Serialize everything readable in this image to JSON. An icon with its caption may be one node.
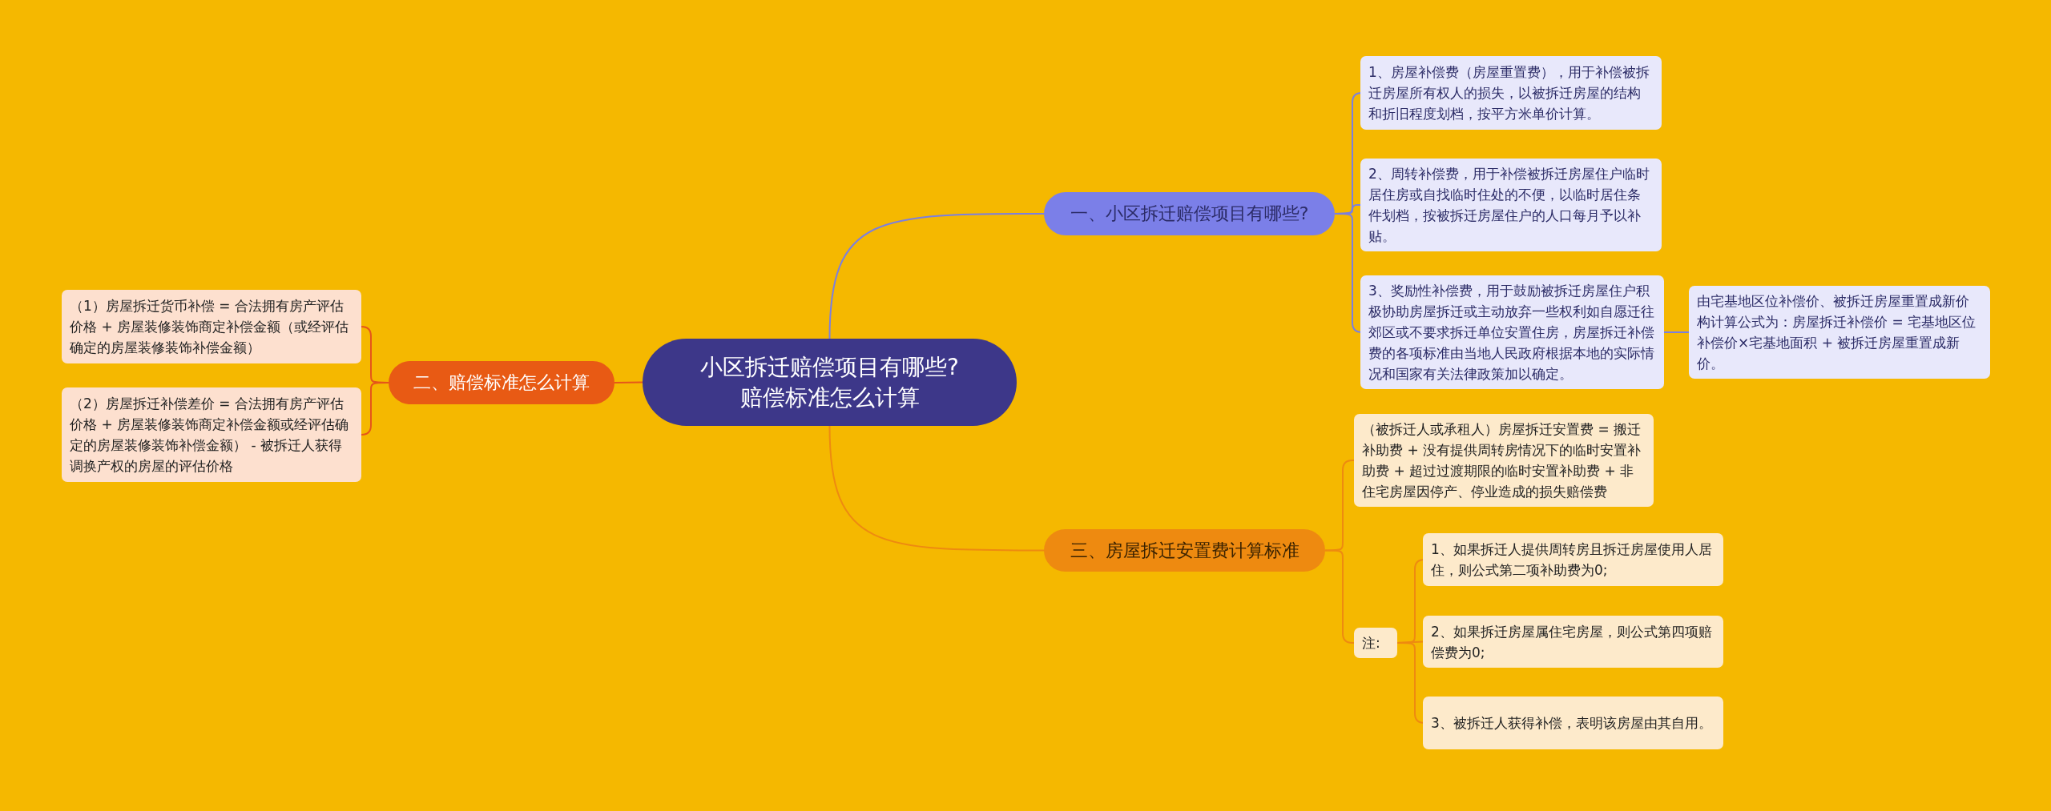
{
  "diagram": {
    "nodes": [
      {
        "text": [
          "小区拆迁赔偿项目有哪些?赔偿标准怎么计算"
        ]
      },
      {
        "text": [
          "一、小区拆迁赔偿项目有哪些?"
        ]
      },
      {
        "text": [
          "1、房屋补偿费（房屋重置费），用于补偿被拆迁房屋所有权人的损失，以被拆迁房屋的结构和折旧程度划档，按平方米单价计算。"
        ]
      },
      {
        "text": [
          "2、周转补偿费，用于补偿被拆迁房屋住户临时居住房或自找临时住处的不便，以临时居住条件划档，按被拆迁房屋住户的人口每月予以补贴。"
        ]
      },
      {
        "text": [
          "3、奖励性补偿费，用于鼓励被拆迁房屋住户积极协助房屋拆迁或主动放弃一些权利如自愿迁往郊区或不要求拆迁单位安置住房，房屋拆迁补偿费的各项标准由当地人民政府根据本地的实际情况和国家有关法律政策加以确定。"
        ]
      },
      {
        "text": [
          "由宅基地区位补偿价、被拆迁房屋重置成新价构计算公式为：房屋拆迁补偿价 = 宅基地区位补偿价×宅基地面积 + 被拆迁房屋重置成新价。"
        ]
      },
      {
        "text": [
          "二、赔偿标准怎么计算"
        ]
      },
      {
        "text": [
          "（1）房屋拆迁货币补偿 = 合法拥有房产评估价格 + 房屋装修装饰商定补偿金额（或经评估确定的房屋装修装饰补偿金额）"
        ]
      },
      {
        "text": [
          "（2）房屋拆迁补偿差价 = 合法拥有房产评估价格 + 房屋装修装饰商定补偿金额或经评估确定的房屋装修装饰补偿金额） - 被拆迁人获得调换产权的房屋的评估价格"
        ]
      },
      {
        "text": [
          "三、房屋拆迁安置费计算标准"
        ]
      },
      {
        "text": [
          "（被拆迁人或承租人）房屋拆迁安置费 = 搬迁补助费 + 没有提供周转房情况下的临时安置补助费 + 超过过渡期限的临时安置补助费 + 非住宅房屋因停产、停业造成的损失赔偿费"
        ]
      },
      {
        "text": [
          "注:"
        ]
      },
      {
        "text": [
          "1、如果拆迁人提供周转房且拆迁房屋使用人居住，则公式第二项补助费为0;"
        ]
      },
      {
        "text": [
          "2、如果拆迁房屋属住宅房屋，则公式第四项赔偿费为0;"
        ]
      },
      {
        "text": [
          "3、被拆迁人获得补偿，表明该房屋由其自用。"
        ]
      }
    ],
    "edges": [
      {
        "from": 0,
        "to": 1,
        "arrow": "none",
        "color": "#7b7fe0"
      },
      {
        "from": 1,
        "to": 2,
        "arrow": "none",
        "color": "#7b7fe0"
      },
      {
        "from": 1,
        "to": 3,
        "arrow": "none",
        "color": "#7b7fe0"
      },
      {
        "from": 1,
        "to": 4,
        "arrow": "none",
        "color": "#7b7fe0"
      },
      {
        "from": 4,
        "to": 5,
        "arrow": "none",
        "color": "#7b7fe0"
      },
      {
        "from": 0,
        "to": 6,
        "arrow": "none",
        "color": "#e5561a"
      },
      {
        "from": 6,
        "to": 7,
        "arrow": "none",
        "color": "#e5561a"
      },
      {
        "from": 6,
        "to": 8,
        "arrow": "none",
        "color": "#e5561a"
      },
      {
        "from": 0,
        "to": 9,
        "arrow": "none",
        "color": "#ee8a10"
      },
      {
        "from": 9,
        "to": 10,
        "arrow": "none",
        "color": "#ee8a10"
      },
      {
        "from": 9,
        "to": 11,
        "arrow": "none",
        "color": "#ee8a10"
      },
      {
        "from": 11,
        "to": 12,
        "arrow": "none",
        "color": "#ee8a10"
      },
      {
        "from": 11,
        "to": 13,
        "arrow": "none",
        "color": "#ee8a10"
      },
      {
        "from": 11,
        "to": 14,
        "arrow": "none",
        "color": "#ee8a10"
      }
    ]
  }
}
